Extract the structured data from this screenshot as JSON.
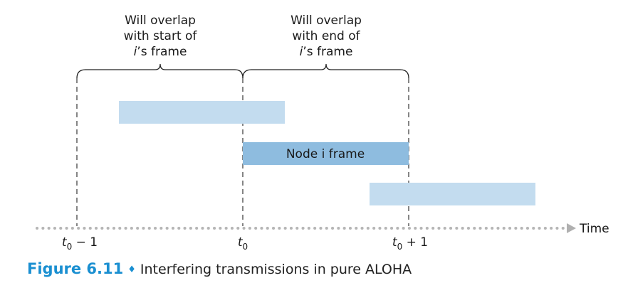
{
  "brackets": {
    "left": {
      "lines": [
        "Will overlap",
        "with start of",
        "’s frame"
      ],
      "italic_prefix": "i"
    },
    "right": {
      "lines": [
        "Will overlap",
        "with end of",
        "’s frame"
      ],
      "italic_prefix": "i"
    }
  },
  "frames": {
    "node_label": "Node i frame",
    "colors": {
      "light": "#c3dcef",
      "node": "#8ebcdf"
    }
  },
  "timeline": {
    "axis_label": "Time",
    "ticks": [
      {
        "var": "t",
        "sub": "0",
        "suffix": " − 1"
      },
      {
        "var": "t",
        "sub": "0",
        "suffix": ""
      },
      {
        "var": "t",
        "sub": "0",
        "suffix": " + 1"
      }
    ]
  },
  "caption": {
    "figure": "Figure 6.11",
    "separator": "♦",
    "text": "Interfering transmissions in pure ALOHA"
  }
}
